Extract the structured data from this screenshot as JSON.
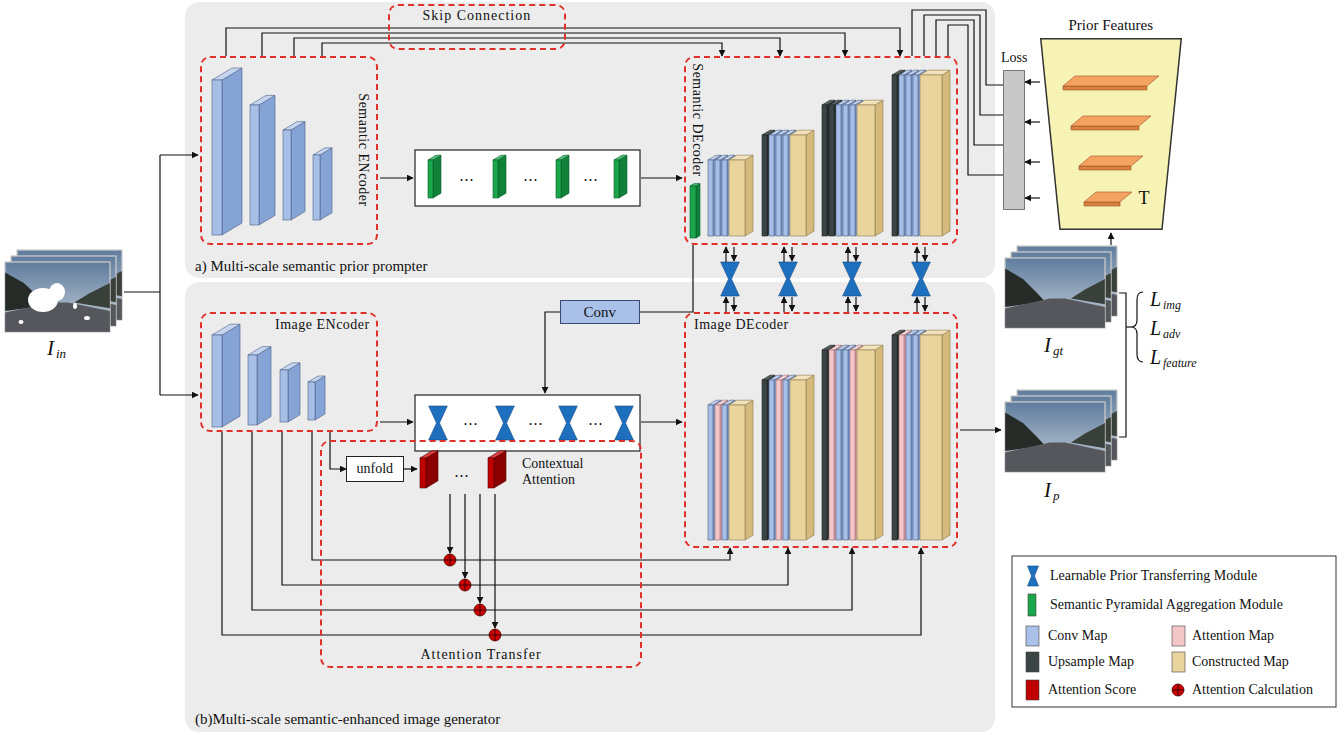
{
  "diagram": {
    "nodes": [
      {
        "text": [
          "a) Multi-scale semantic prior prompter"
        ]
      },
      {
        "text": [
          "Skip Connection"
        ],
        "in": 0
      },
      {
        "text": [
          "Semantic ENcoder"
        ],
        "in": 0
      },
      {
        "text": [
          "Semantic DEcoder"
        ],
        "in": 0
      },
      {
        "text": [
          "Loss"
        ]
      },
      {
        "text": [
          "Prior Features",
          "T"
        ]
      },
      {
        "text": [
          "(b)Multi-scale semantic-enhanced image generator"
        ]
      },
      {
        "text": [
          "Image ENcoder"
        ],
        "in": 6
      },
      {
        "text": [
          "Conv"
        ],
        "in": 6
      },
      {
        "text": [
          "Image DEcoder"
        ],
        "in": 6
      },
      {
        "text": [
          "Attention Transfer"
        ],
        "in": 6
      },
      {
        "text": [
          "unfold"
        ],
        "in": 10
      }
    ],
    "edges": [
      {
        "from": 2,
        "to": 3,
        "arrow": "to"
      },
      {
        "from": 2,
        "to": 3,
        "arrow": "to"
      },
      {
        "from": 2,
        "to": 3,
        "arrow": "to"
      },
      {
        "from": 2,
        "to": 3,
        "arrow": "to"
      },
      {
        "from": 3,
        "to": 4,
        "arrow": "none"
      },
      {
        "from": 3,
        "to": 4,
        "arrow": "none"
      },
      {
        "from": 3,
        "to": 4,
        "arrow": "none"
      },
      {
        "from": 3,
        "to": 4,
        "arrow": "none"
      },
      {
        "from": 5,
        "to": 4,
        "arrow": "to"
      },
      {
        "from": 5,
        "to": 4,
        "arrow": "to"
      },
      {
        "from": 5,
        "to": 4,
        "arrow": "to"
      },
      {
        "from": 5,
        "to": 4,
        "arrow": "to"
      },
      {
        "from": 3,
        "to": 8,
        "arrow": "none"
      },
      {
        "from": 7,
        "to": 11,
        "arrow": "to"
      },
      {
        "from": 7,
        "to": 9,
        "arrow": "to"
      },
      {
        "from": 7,
        "to": 9,
        "arrow": "to"
      },
      {
        "from": 7,
        "to": 9,
        "arrow": "to"
      },
      {
        "from": 7,
        "to": 9,
        "arrow": "to"
      }
    ],
    "labels": [
      "...",
      "...",
      "...",
      "...",
      "...",
      "...",
      "...",
      "Contextual Attention",
      "I",
      "in",
      "I",
      "gt",
      "I",
      "p",
      "L",
      "img",
      "L",
      "adv",
      "L",
      "feature"
    ],
    "legend": [
      {
        "text": "Learnable Prior Transferring Module"
      },
      {
        "text": "Semantic Pyramidal Aggregation Module",
        "color": "#1aa64a"
      },
      {
        "text": "Conv Map",
        "color": "#a9c1e8"
      },
      {
        "text": "Attention Map",
        "color": "#f3c6c8"
      },
      {
        "text": "Upsample Map",
        "color": "#3c4545"
      },
      {
        "text": "Constructed Map",
        "color": "#ead49e"
      },
      {
        "text": "Attention Score",
        "color": "#c00000"
      },
      {
        "text": "Attention Calculation"
      }
    ]
  }
}
